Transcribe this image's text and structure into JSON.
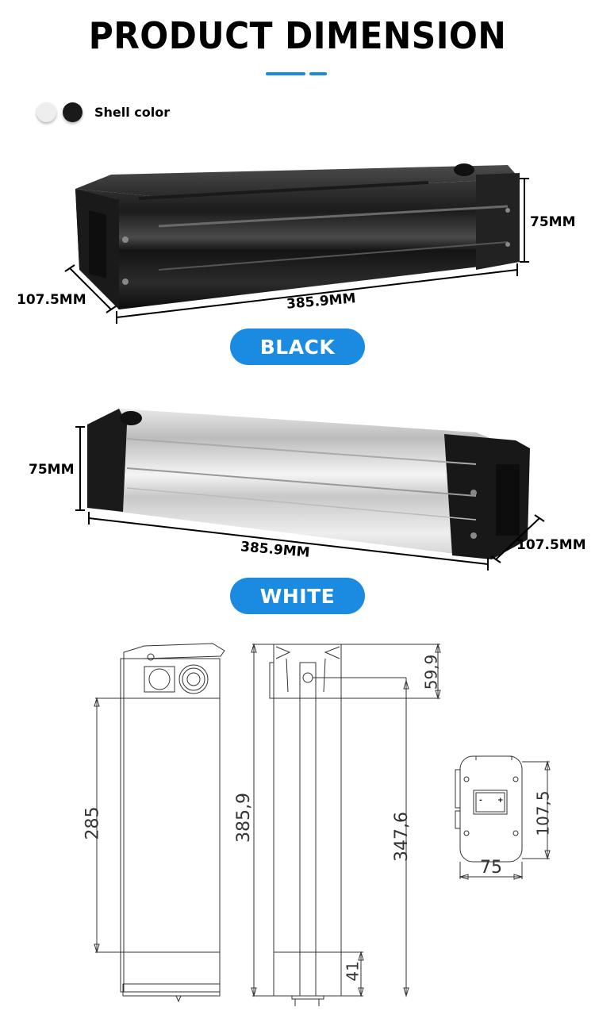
{
  "header": {
    "title": "PRODUCT DIMENSION",
    "accent_color": "#1a8be0"
  },
  "shell_color": {
    "label": "Shell color",
    "swatches": [
      {
        "name": "white",
        "color": "#eeeeee"
      },
      {
        "name": "black",
        "color": "#1a1a1a"
      }
    ]
  },
  "black_battery": {
    "label": "BLACK",
    "depth": "107.5MM",
    "length": "385.9MM",
    "height": "75MM"
  },
  "white_battery": {
    "label": "WHITE",
    "height": "75MM",
    "length": "385.9MM",
    "depth": "107.5MM"
  },
  "technical_drawing": {
    "front_view": {
      "dim_body": "285"
    },
    "side_view": {
      "dim_total": "385,9",
      "dim_mount": "347,6",
      "dim_top": "59,9",
      "dim_bottom": "41"
    },
    "end_view": {
      "dim_height": "107,5",
      "dim_width": "75",
      "terminal_minus": "-",
      "terminal_plus": "+"
    }
  }
}
